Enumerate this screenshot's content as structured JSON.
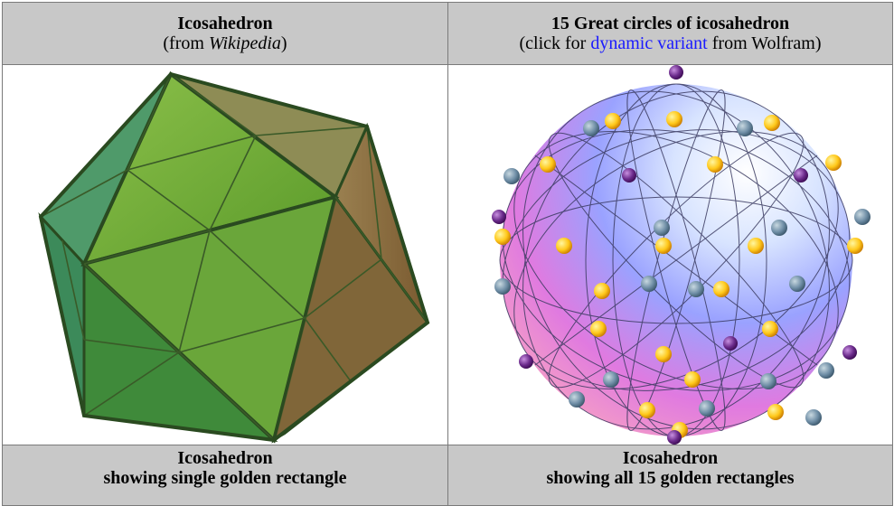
{
  "header": {
    "left": {
      "title": "Icosahedron",
      "sub_prefix": "(from ",
      "sub_italic": "Wikipedia",
      "sub_suffix": ")"
    },
    "right": {
      "title": "15 Great circles of icosahedron",
      "sub_prefix": "(click for ",
      "link": "dynamic variant",
      "sub_suffix": " from Wolfram)"
    }
  },
  "footer": {
    "left": {
      "line1": "Icosahedron",
      "line2": "showing single golden rectangle"
    },
    "right": {
      "line1": "Icosahedron",
      "line2": "showing all 15 golden rectangles"
    }
  },
  "images": {
    "left": {
      "icon": "icosahedron-icon",
      "colors": [
        "#5aa02a",
        "#3c7a38",
        "#8f6a3a",
        "#2c5a2a"
      ]
    },
    "right": {
      "icon": "sphere-great-circles-icon",
      "colors": [
        "#7a8cff",
        "#ff9acb",
        "#ffd21a",
        "#6b8aa6",
        "#5a1a7a"
      ]
    }
  }
}
